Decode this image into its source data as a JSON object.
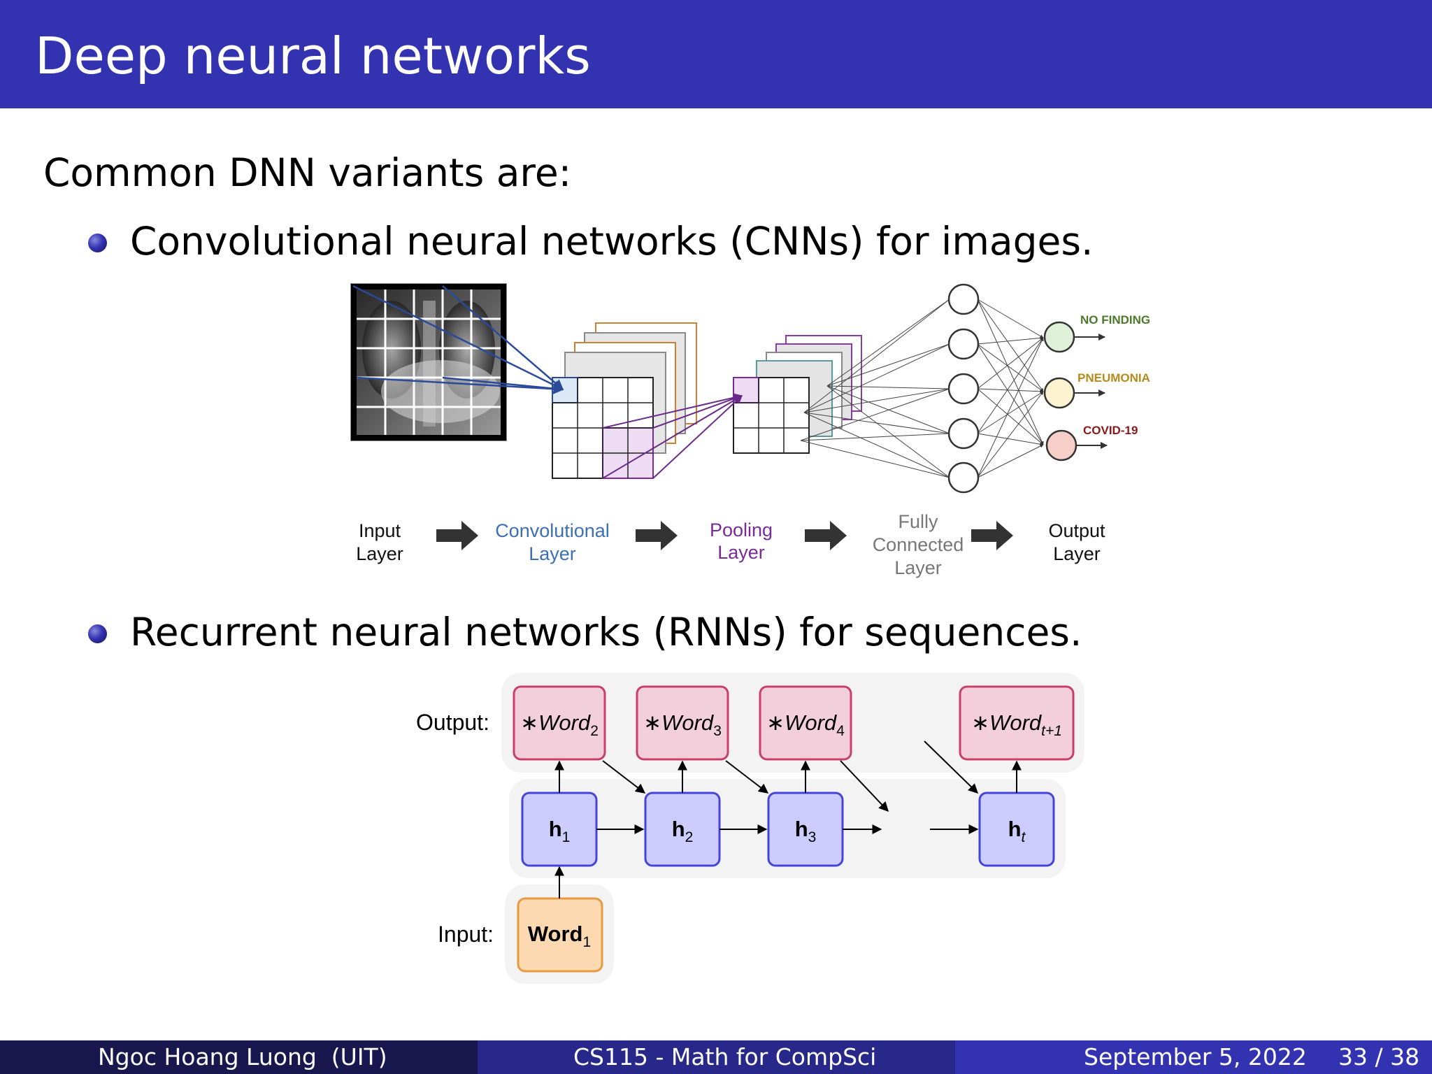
{
  "slide": {
    "title": "Deep neural networks",
    "intro": "Common DNN variants are:",
    "bullets": [
      {
        "text": "Convolutional neural networks (CNNs) for images."
      },
      {
        "text": "Recurrent neural networks (RNNs) for sequences."
      }
    ]
  },
  "cnn_figure": {
    "stages": [
      {
        "line1": "Input",
        "line2": "Layer",
        "color": "#111111"
      },
      {
        "line1": "Convolutional",
        "line2": "Layer",
        "color": "#3d6fb6"
      },
      {
        "line1": "Pooling",
        "line2": "Layer",
        "color": "#7a2a9a"
      },
      {
        "line1": "Fully",
        "line2": "Connected",
        "line3": "Layer",
        "color": "#777777"
      },
      {
        "line1": "Output",
        "line2": "Layer",
        "color": "#111111"
      }
    ],
    "outputs": [
      {
        "label": "NO FINDING",
        "color": "#4a7a2a",
        "fill": "#dff0d8"
      },
      {
        "label": "PNEUMONIA",
        "color": "#b88a1a",
        "fill": "#fbf3cf"
      },
      {
        "label": "COVID-19",
        "color": "#8a1a1a",
        "fill": "#f8cfc8"
      }
    ]
  },
  "rnn_figure": {
    "output_label": "Output:",
    "input_label": "Input:",
    "output_prefix": "∗",
    "output_base": "Word",
    "output_subs": [
      "2",
      "3",
      "4",
      "t+1"
    ],
    "hidden_base": "h",
    "hidden_subs": [
      "1",
      "2",
      "3",
      "t"
    ],
    "input_base": "Word",
    "input_sub": "1"
  },
  "footer": {
    "author": "Ngoc Hoang Luong  (UIT)",
    "course": "CS115 - Math for CompSci",
    "date": "September 5, 2022",
    "page": "33 / 38",
    "colors": {
      "left": "#18184f",
      "mid": "#28288a",
      "right": "#3333b2"
    }
  }
}
